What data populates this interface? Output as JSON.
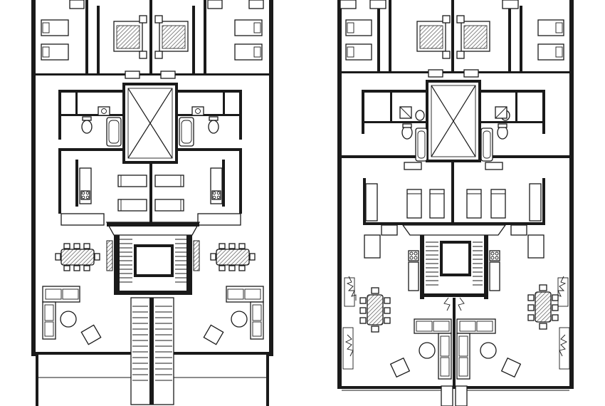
{
  "image": {
    "type": "architectural floor plans",
    "plans": [
      {
        "name": "left-floor-plan"
      },
      {
        "name": "right-floor-plan"
      }
    ]
  },
  "colors": {
    "ink": "#1a1a1a",
    "paper": "#ffffff",
    "hatch": "#555555"
  },
  "icons": [
    "bed-icon",
    "toilet-icon",
    "bathtub-icon",
    "sink-icon",
    "stove-icon",
    "dining-table-icon",
    "sofa-icon",
    "armchair-icon",
    "plant-icon",
    "elevator-icon",
    "staircase-icon"
  ]
}
